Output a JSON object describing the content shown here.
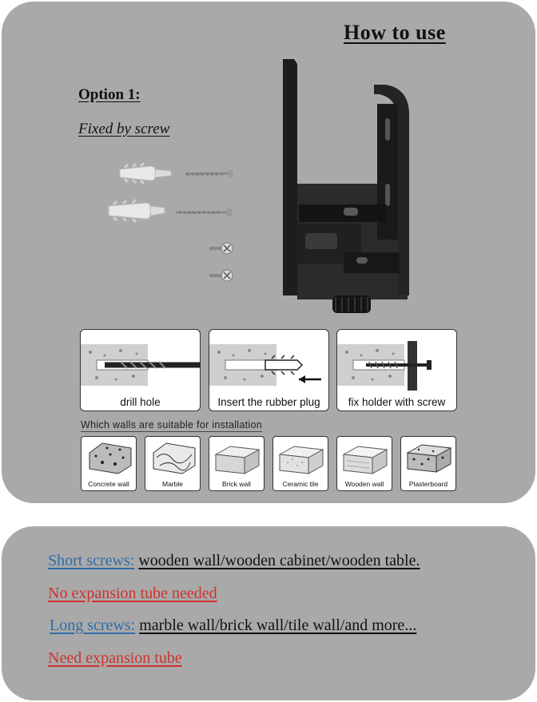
{
  "title": "How to use",
  "option": {
    "heading": "Option 1:",
    "method": "Fixed by screw"
  },
  "steps": [
    {
      "label": "drill hole"
    },
    {
      "label": "Insert the rubber plug"
    },
    {
      "label": "fix holder with screw"
    }
  ],
  "walls_heading": "Which walls are suitable for installation",
  "walls": [
    {
      "label": "Concrete wall"
    },
    {
      "label": "Marble"
    },
    {
      "label": "Brick wall"
    },
    {
      "label": "Ceramic tile"
    },
    {
      "label": "Wooden wall"
    },
    {
      "label": "Plasterboard"
    }
  ],
  "notes": {
    "short_label": "Short screws:",
    "short_text": "wooden wall/wooden cabinet/wooden table.",
    "short_note": "No expansion tube needed",
    "long_label": "Long screws:",
    "long_text": "marble wall/brick wall/tile wall/and more...",
    "long_note": "Need expansion tube"
  },
  "colors": {
    "panel": "#a9a9a9",
    "accent_blue": "#2e6ca8",
    "accent_red": "#d0312d"
  }
}
